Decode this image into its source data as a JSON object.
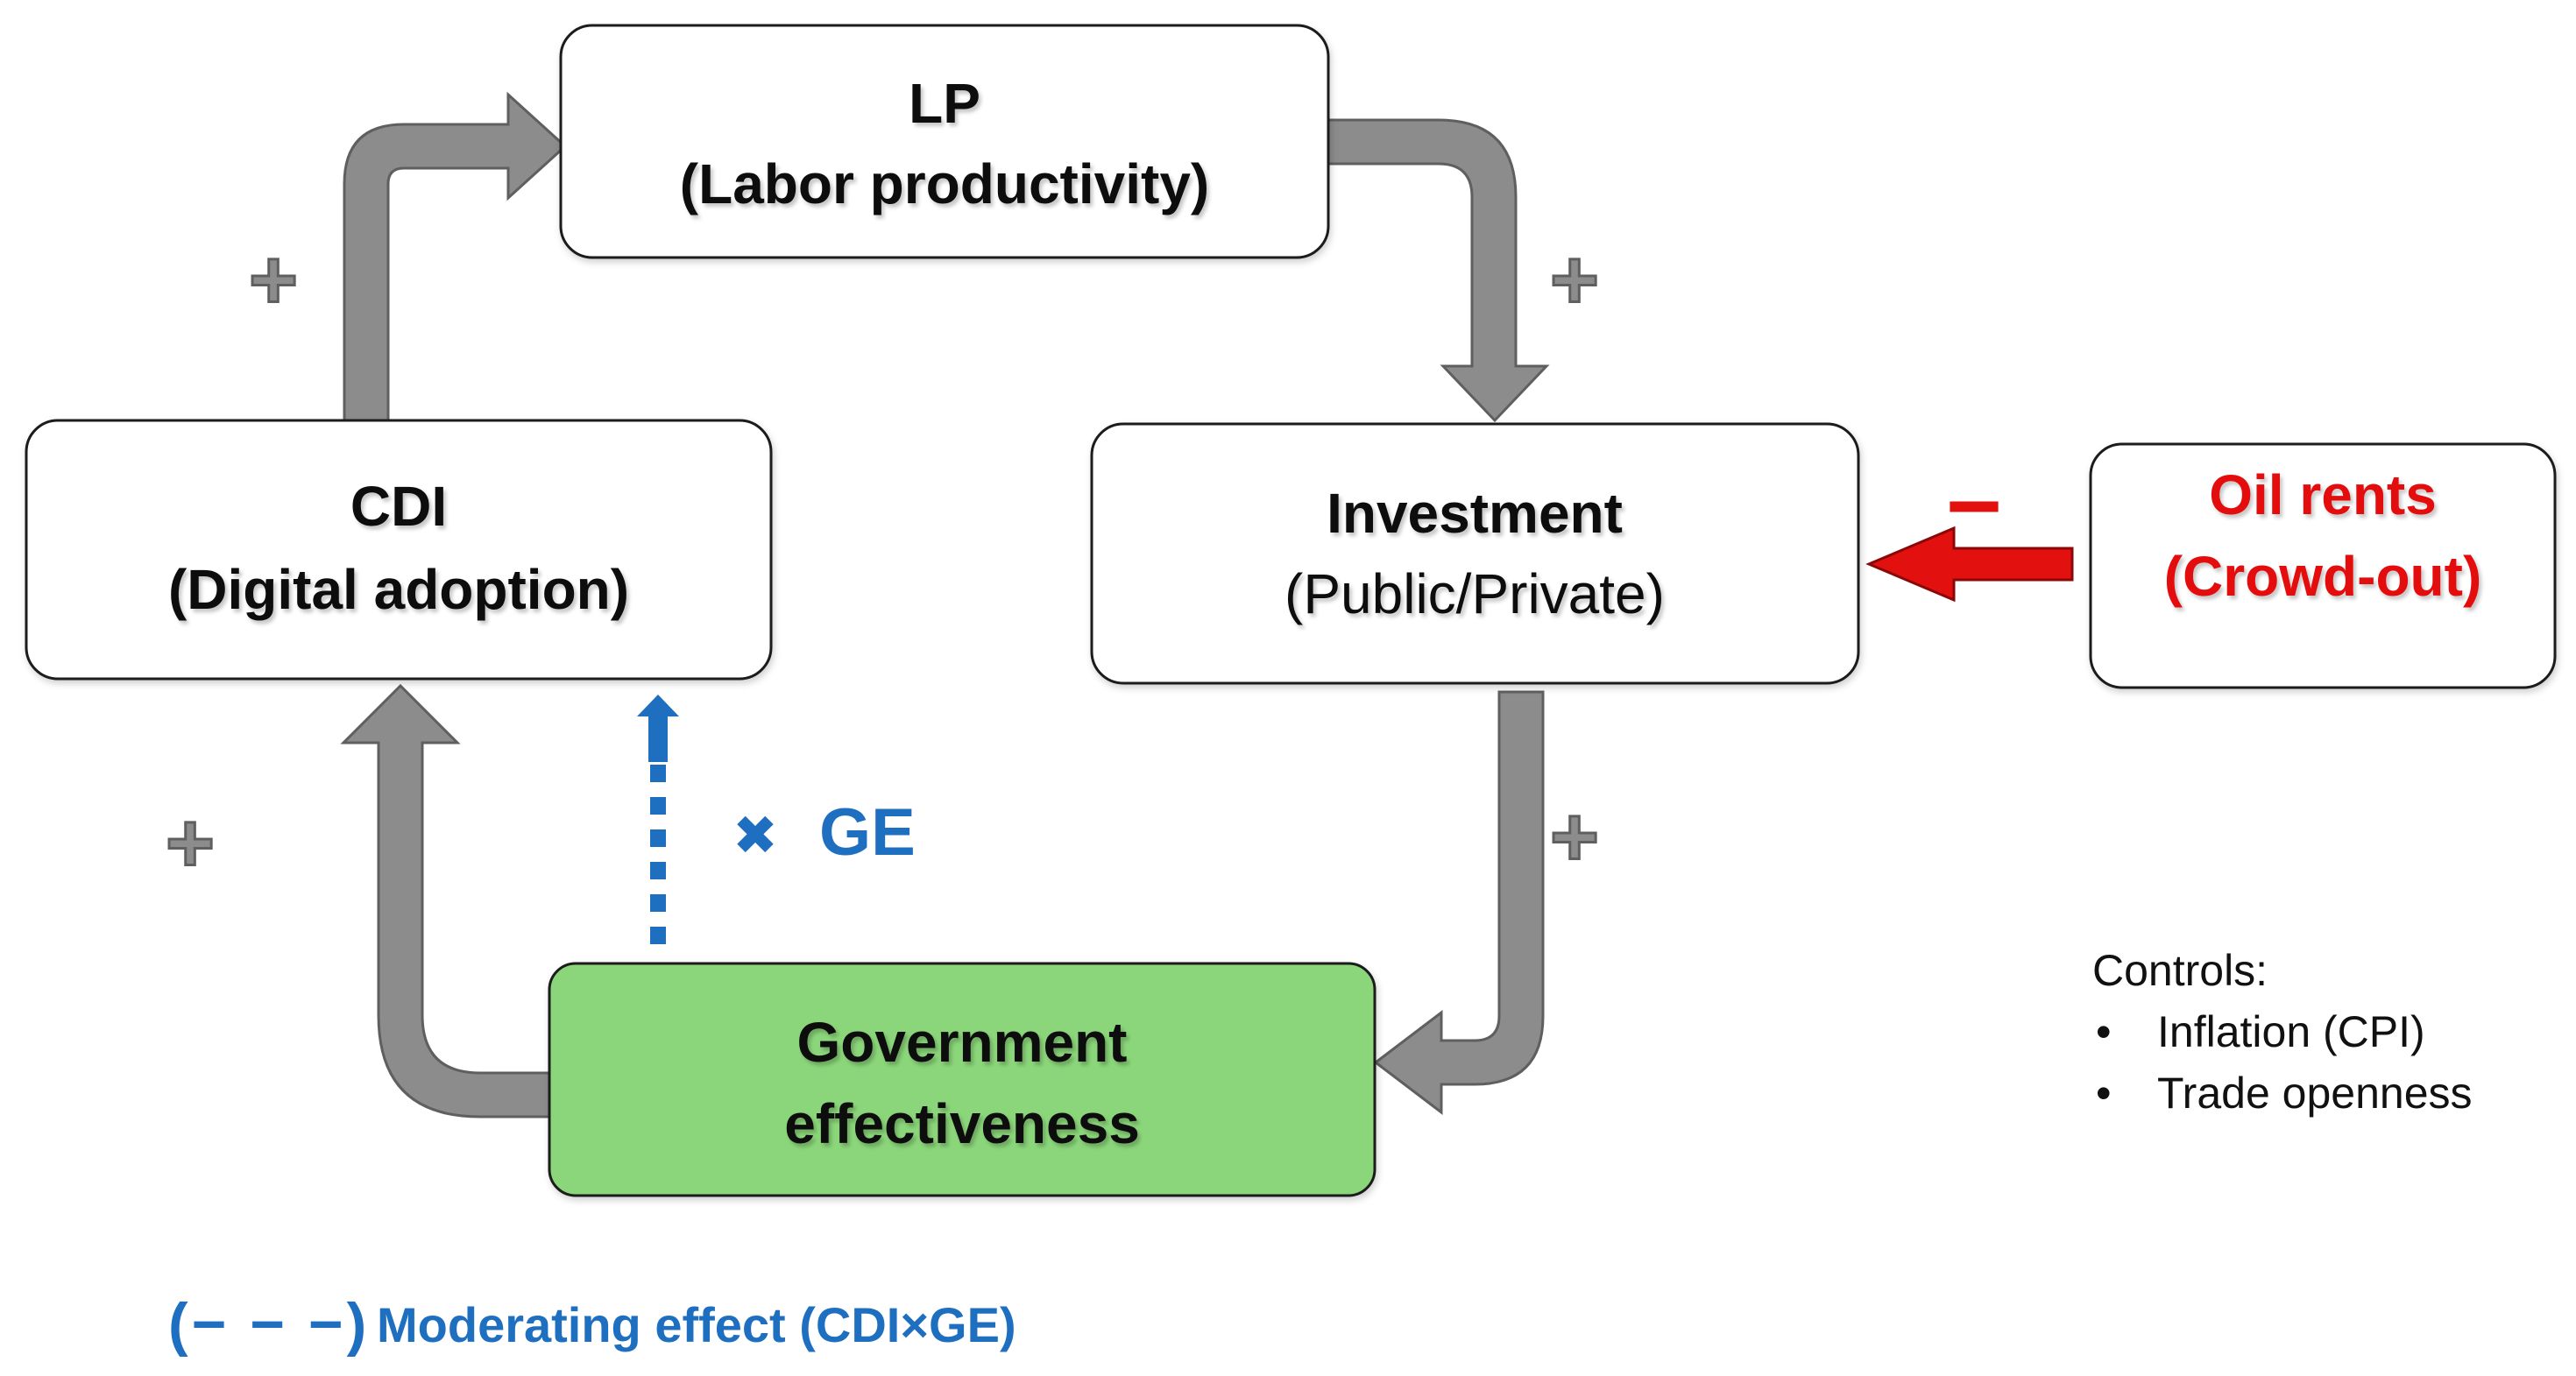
{
  "nodes": {
    "lp": {
      "title": "LP",
      "subtitle": "(Labor productivity)"
    },
    "cdi": {
      "title": "CDI",
      "subtitle": "(Digital adoption)"
    },
    "investment": {
      "title": "Investment",
      "subtitle": "(Public/Private)"
    },
    "oil_rents": {
      "title": "Oil rents",
      "subtitle": "(Crowd-out)"
    },
    "government": {
      "title": "Government",
      "subtitle": "effectiveness"
    }
  },
  "signs": {
    "cdi_to_lp": "+",
    "lp_to_investment": "+",
    "investment_to_government": "+",
    "government_to_cdi": "+",
    "oil_to_investment": "−"
  },
  "moderator": {
    "symbol": "✖",
    "label": "GE"
  },
  "legend": {
    "prefix": "(− − −)",
    "text": "Moderating effect (CDI×GE)"
  },
  "controls": {
    "heading": "Controls:",
    "items": [
      "Inflation (CPI)",
      "Trade openness"
    ]
  },
  "colors": {
    "arrow_fill": "#8c8c8c",
    "arrow_stroke": "#5f5f5f",
    "negative": "#e31010",
    "moderator": "#1f6fc0",
    "government_fill": "#8bd67a",
    "box_stroke": "#1a1a1a",
    "text": "#111111"
  }
}
